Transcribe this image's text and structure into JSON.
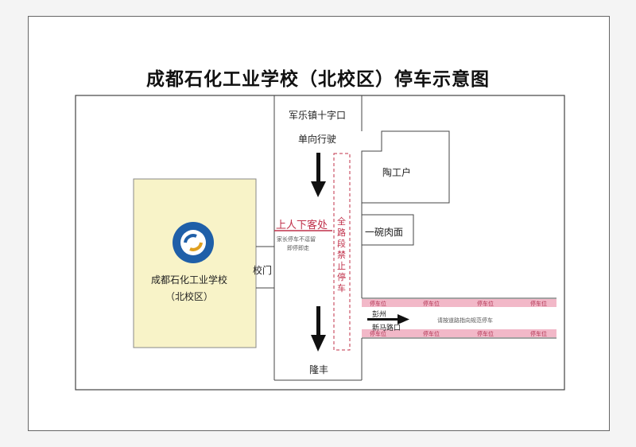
{
  "title": "成都石化工业学校（北校区）停车示意图",
  "map": {
    "north_road": "军乐镇十字口",
    "one_way": "单向行驶",
    "south_road": "隆丰",
    "dropoff": "上人下客处",
    "dropoff_note_1": "家长停车不逗留",
    "dropoff_note_2": "即停即走",
    "no_parking": "全路段禁止停车",
    "building_east": "陶工户",
    "shop": "一碗肉面",
    "gate": "校门",
    "school_name": "成都石化工业学校",
    "school_campus": "（北校区）",
    "east_road_1": "彭州",
    "east_road_2": "新马路口",
    "east_note": "请按道路指向规范停车",
    "parking_labels": [
      "停车位",
      "停车位",
      "停车位",
      "停车位"
    ],
    "colors": {
      "parking": "#f2b8c8",
      "red": "#c0304a",
      "school": "#f8f3c8",
      "logo": "#1f5fa8"
    }
  }
}
